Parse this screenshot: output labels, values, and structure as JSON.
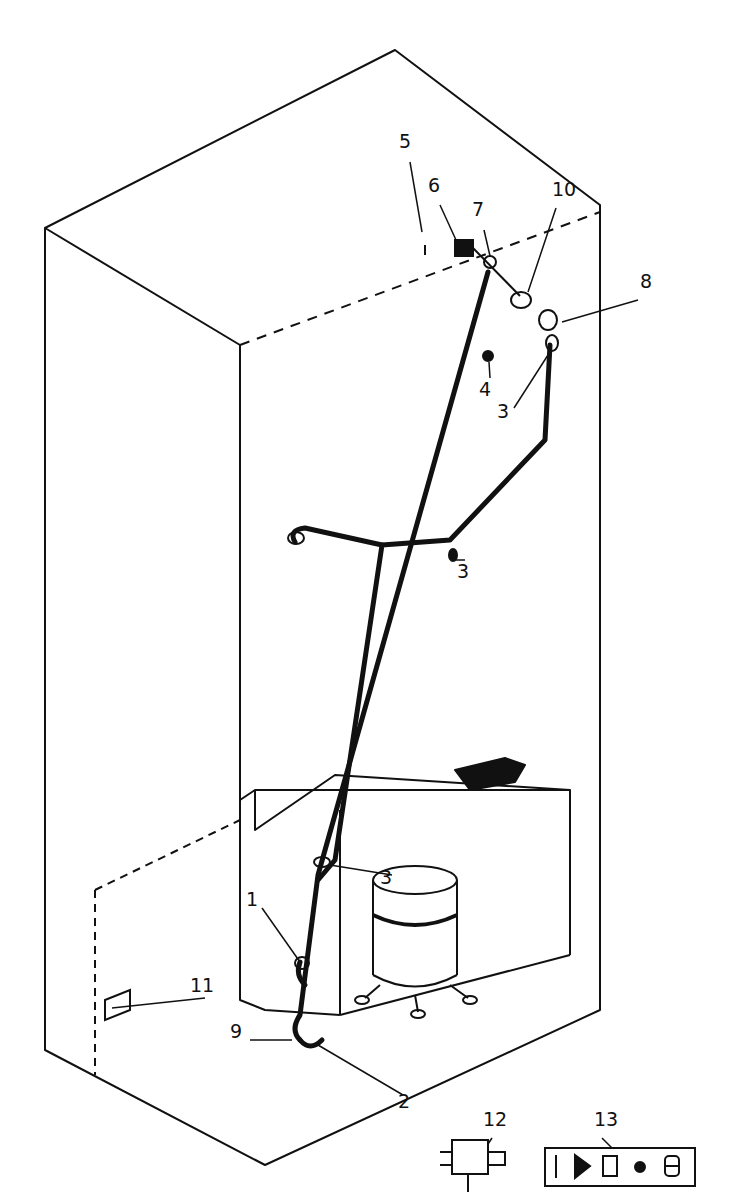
{
  "diagram": {
    "labels": [
      "5",
      "6",
      "7",
      "10",
      "8",
      "4",
      "3",
      "3",
      "3",
      "1",
      "11",
      "9",
      "2",
      "12",
      "13"
    ]
  }
}
